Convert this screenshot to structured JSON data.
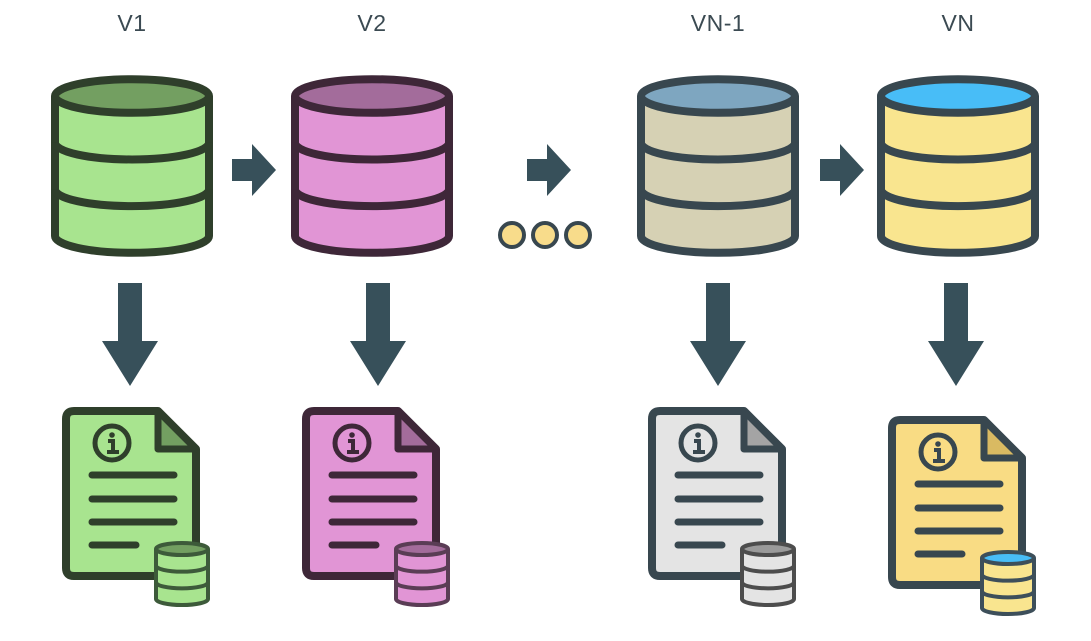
{
  "versions": [
    {
      "label": "V1",
      "db_colors": {
        "top": "#739f61",
        "body": "#a8e48f",
        "stroke": "#2f3f2b"
      },
      "doc_colors": {
        "paper": "#a8e48f",
        "fold": "#739f61",
        "stroke": "#2f3f2b",
        "mini_top": "#739f61",
        "mini_body": "#a8e48f",
        "mini_stroke": "#3d5a3a"
      }
    },
    {
      "label": "V2",
      "db_colors": {
        "top": "#a36c9b",
        "body": "#e195d5",
        "stroke": "#3e2738"
      },
      "doc_colors": {
        "paper": "#e195d5",
        "fold": "#a36c9b",
        "stroke": "#3e2738",
        "mini_top": "#a36c9b",
        "mini_body": "#e195d5",
        "mini_stroke": "#5a3d55"
      }
    },
    {
      "label": "VN-1",
      "db_colors": {
        "top": "#7ea6c0",
        "body": "#d6d1b4",
        "stroke": "#38474f"
      },
      "doc_colors": {
        "paper": "#e4e4e4",
        "fold": "#a4a4a4",
        "stroke": "#38474f",
        "mini_top": "#9a9a9a",
        "mini_body": "#e4e4e4",
        "mini_stroke": "#4d4d4d"
      }
    },
    {
      "label": "VN",
      "db_colors": {
        "top": "#48bdf7",
        "body": "#f9e58f",
        "stroke": "#38474f"
      },
      "doc_colors": {
        "paper": "#f9dc84",
        "fold": "#d9ba62",
        "stroke": "#38474f",
        "mini_top": "#48bdf7",
        "mini_body": "#f9e58f",
        "mini_stroke": "#3d4f5a"
      }
    }
  ],
  "colors": {
    "arrow": "#37505a",
    "ellipsis_dot_fill": "#f8dc8b",
    "ellipsis_dot_stroke": "#38474f",
    "text": "#3b4a52"
  },
  "icons": {
    "database": "database-icon",
    "document": "info-document-icon",
    "arrow_right": "arrow-right-icon",
    "arrow_down": "arrow-down-icon",
    "ellipsis": "ellipsis-icon"
  }
}
